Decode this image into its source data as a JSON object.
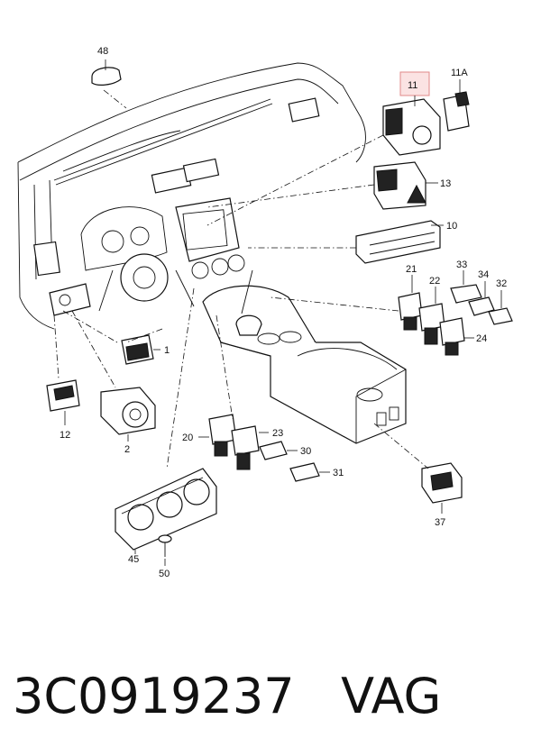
{
  "callouts": {
    "c48": "48",
    "c11": "11",
    "c11a": "11A",
    "c13": "13",
    "c10": "10",
    "c21": "21",
    "c22": "22",
    "c33": "33",
    "c34": "34",
    "c32": "32",
    "c24": "24",
    "c1": "1",
    "c12": "12",
    "c2": "2",
    "c20": "20",
    "c23": "23",
    "c30": "30",
    "c31": "31",
    "c37": "37",
    "c45": "45",
    "c50": "50"
  },
  "caption": {
    "part_number": "3C0919237",
    "brand": "VAG"
  },
  "highlight_color": "#e08a8a"
}
